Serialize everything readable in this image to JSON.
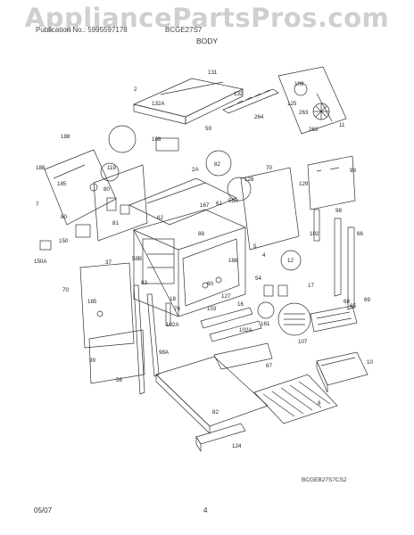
{
  "watermark": "AppliancePartsPros.com",
  "header": {
    "left": "Publication No.: 5995597178",
    "right": "BCGE27S7",
    "section": "BODY"
  },
  "callouts": [
    "131",
    "2",
    "132A",
    "132",
    "264",
    "109",
    "125",
    "263",
    "263",
    "11",
    "188",
    "108",
    "59",
    "82",
    "70",
    "99",
    "188",
    "119",
    "2A",
    "128",
    "129",
    "185",
    "80",
    "61",
    "62",
    "167",
    "58A",
    "7",
    "5",
    "4",
    "80",
    "81",
    "88",
    "186",
    "98",
    "150",
    "102",
    "66",
    "12",
    "37",
    "58B",
    "60",
    "150A",
    "70",
    "83",
    "54",
    "17",
    "18",
    "127",
    "16",
    "185",
    "76",
    "68",
    "102A",
    "103",
    "65",
    "69",
    "161",
    "102A",
    "107",
    "98A",
    "99",
    "67",
    "56",
    "10",
    "8",
    "82",
    "124"
  ],
  "reference_code": "BCGEB27S7CS2",
  "footer": {
    "date": "05/07",
    "page": "4"
  }
}
